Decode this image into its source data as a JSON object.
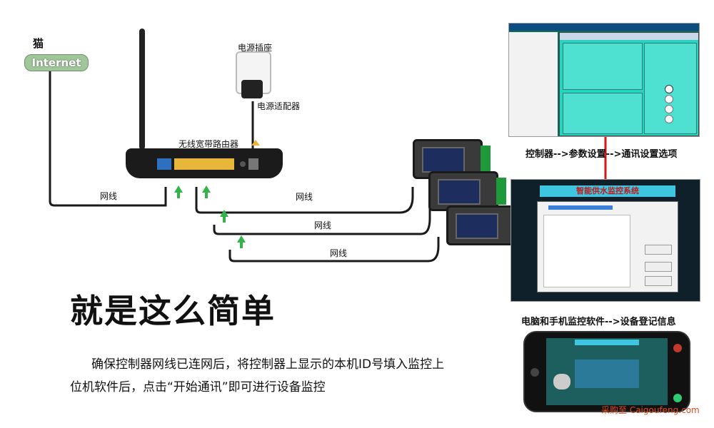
{
  "diagram": {
    "modem_label": "猫",
    "internet_label": "Internet",
    "power_socket_label": "电源插座",
    "adapter_label": "电源适配器",
    "router_label": "无线宽带路由器",
    "cable_labels": [
      "网线",
      "网线",
      "网线",
      "网线"
    ]
  },
  "slogan": "就是这么简单",
  "description": "确保控制器网线已连网后，将控制器上显示的本机ID号填入监控上位机软件后，点击“开始通讯”即可进行设备监控",
  "captions": {
    "controller_settings": "控制器-->参数设置-->通讯设置选项",
    "software_register": "电脑和手机监控软件-->设备登记信息"
  },
  "software_title": "智能供水监控系统",
  "watermark": "采购至 Caigoufeng.com",
  "colors": {
    "cable": "#1a1a1a",
    "router_port": "#e8b63a",
    "arrow_green": "#33b34a",
    "highlight_red": "#d01818"
  }
}
